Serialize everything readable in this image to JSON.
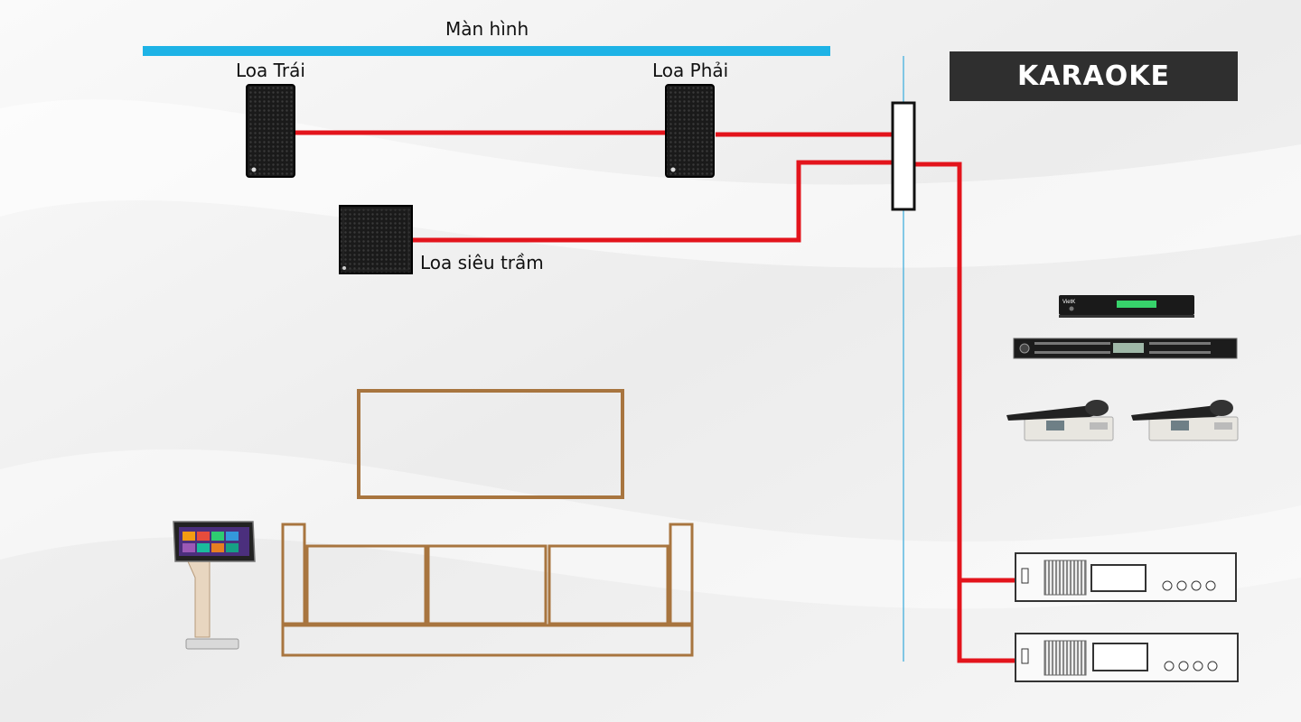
{
  "labels": {
    "screen": "Màn hình",
    "speaker_left": "Loa Trái",
    "speaker_right": "Loa Phải",
    "subwoofer": "Loa siêu trầm",
    "title": "KARAOKE"
  },
  "devices": {
    "player_brand": "VietK"
  },
  "colors": {
    "screen_bar": "#1eb3e6",
    "cable": "#e3141c",
    "furniture": "#a8753f",
    "banner_bg": "#2f2f2f",
    "guide_line": "#5bb8e0"
  }
}
